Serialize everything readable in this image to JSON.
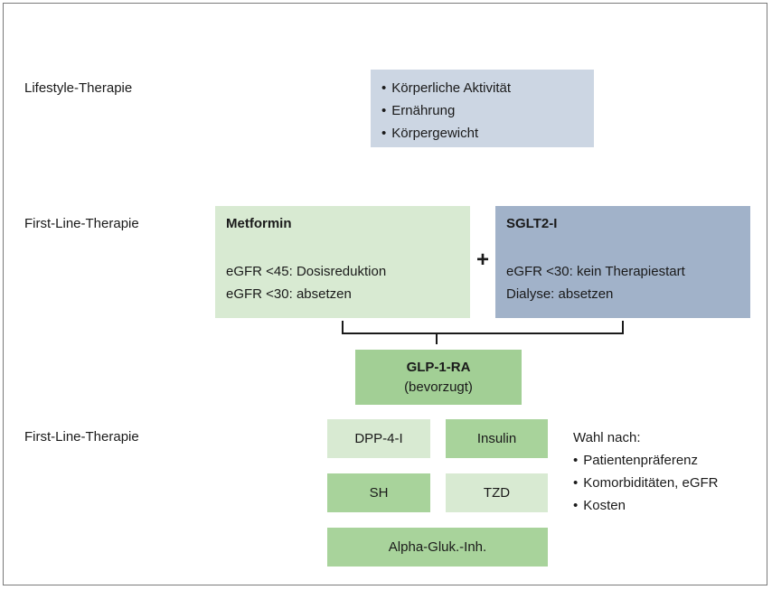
{
  "rows": {
    "lifestyle": "Lifestyle-Therapie",
    "first_line_1": "First-Line-Therapie",
    "first_line_2": "First-Line-Therapie"
  },
  "lifestyle_box": {
    "items": [
      "Körperliche Aktivität",
      "Ernährung",
      "Körpergewicht"
    ]
  },
  "metformin": {
    "title": "Metformin",
    "lines": [
      "eGFR <45: Dosisreduktion",
      "eGFR <30: absetzen"
    ]
  },
  "plus": "+",
  "sglt2": {
    "title": "SGLT2-I",
    "lines": [
      "eGFR <30: kein Therapiestart",
      "Dialyse: absetzen"
    ]
  },
  "glp1": {
    "title": "GLP-1-RA",
    "subtitle": "(bevorzugt)"
  },
  "options": {
    "dpp4": "DPP-4-I",
    "insulin": "Insulin",
    "sh": "SH",
    "tzd": "TZD",
    "alpha": "Alpha-Gluk.-Inh."
  },
  "choice": {
    "heading": "Wahl nach:",
    "items": [
      "Patientenpräferenz",
      "Komorbiditäten, eGFR",
      "Kosten"
    ]
  },
  "colors": {
    "lifestyle_bg": "#ccd6e3",
    "metformin_bg": "#d8ead2",
    "sglt2_bg": "#a1b2c9",
    "glp1_bg": "#a2cf95",
    "option_light_bg": "#d8ead2",
    "option_mid_bg": "#a8d39b"
  }
}
